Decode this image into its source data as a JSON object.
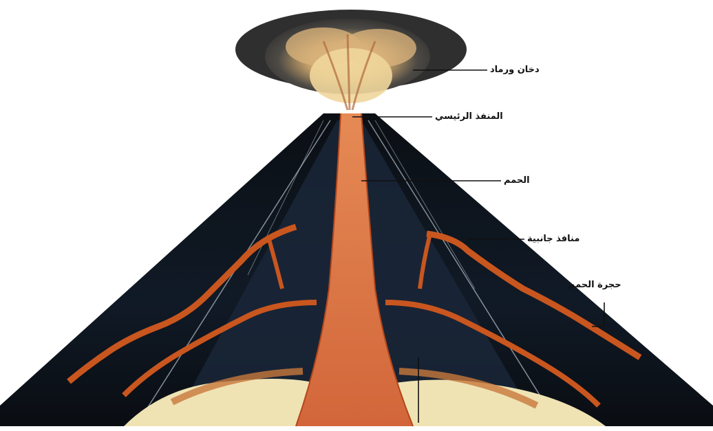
{
  "diagram": {
    "labels": {
      "smoke_ash": "دخان ورماد",
      "main_vent": "المنفذ الرئيسي",
      "lava": "الحمم",
      "side_vents": "منافذ جانبية",
      "magma_chamber": "حجرة الحمم"
    },
    "colors": {
      "background": "#ffffff",
      "cone_dark": "#0b0f14",
      "cone_blue": "#1c2c3f",
      "lava": "#d4683c",
      "lava_edge": "#b4461c",
      "chamber": "#efe3b4",
      "smoke": "#3b3b3b",
      "leader_line": "#111111"
    }
  }
}
